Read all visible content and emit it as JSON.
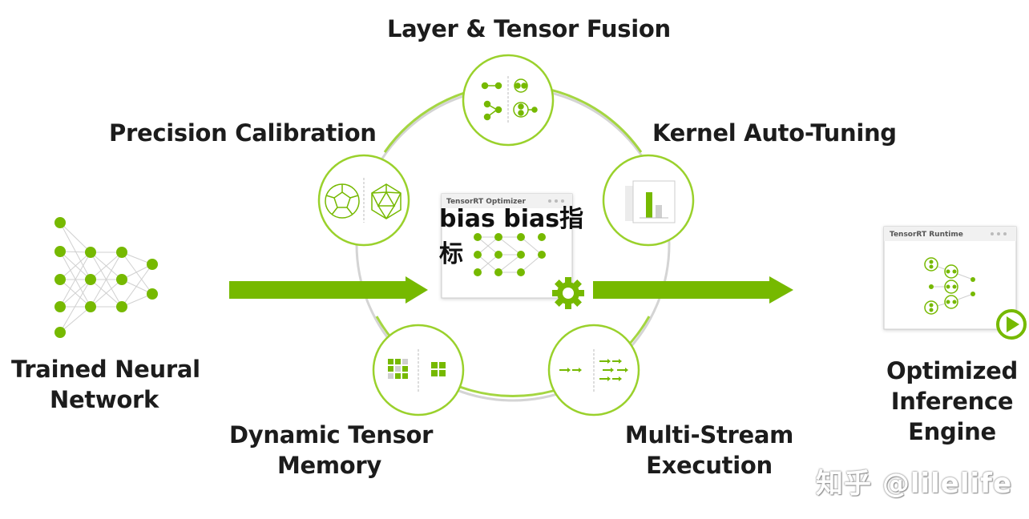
{
  "labels": {
    "layer_fusion": "Layer & Tensor Fusion",
    "precision": "Precision Calibration",
    "kernel": "Kernel Auto-Tuning",
    "trained_line1": "Trained Neural",
    "trained_line2": "Network",
    "dyn_line1": "Dynamic Tensor",
    "dyn_line2": "Memory",
    "multi_line1": "Multi-Stream",
    "multi_line2": "Execution",
    "opt_line1": "Optimized",
    "opt_line2": "Inference",
    "opt_line3": "Engine"
  },
  "windows": {
    "optimizer_title": "TensorRT Optimizer",
    "runtime_title": "TensorRT Runtime"
  },
  "overlay_text": "bias bias指标",
  "watermark": "知乎 @lilelife",
  "colors": {
    "accent": "#76b900",
    "ring": "#cfcfcf",
    "text": "#1c1c1c"
  }
}
